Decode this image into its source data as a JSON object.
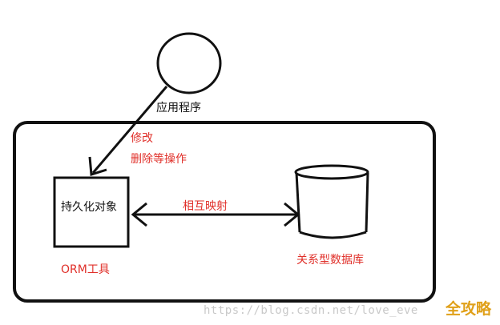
{
  "diagram": {
    "application_label": "应用程序",
    "operation_label_line1": "修改",
    "operation_label_line2": "删除等操作",
    "persistent_object_label": "持久化对象",
    "mapping_label": "相互映射",
    "database_label": "关系型数据库",
    "orm_tool_label": "ORM工具"
  },
  "watermark": {
    "text": "https://blog.csdn.net/love_eve",
    "badge": "全攻略"
  },
  "colors": {
    "stroke": "#111111",
    "label_red": "#e0302a",
    "watermark": "#c9c9c9",
    "badge": "#e0a019"
  }
}
